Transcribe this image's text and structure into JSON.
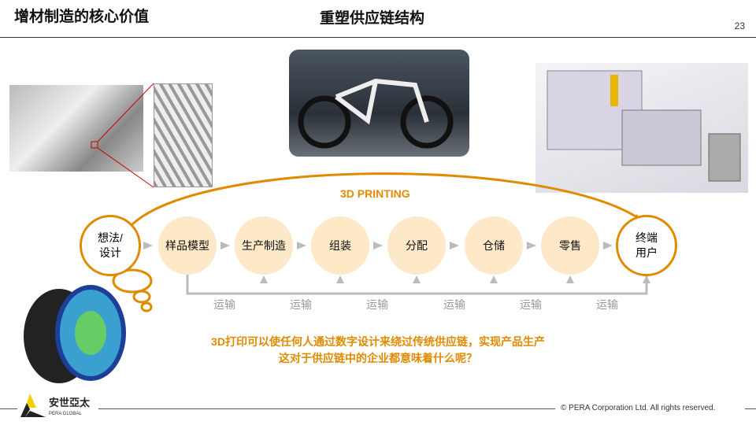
{
  "header": {
    "title": "增材制造的核心价值",
    "subtitle": "重塑供应链结构",
    "page_number": "23"
  },
  "diagram": {
    "arc_label": "3D PRINTING",
    "start": [
      "想法/",
      "设计"
    ],
    "steps": [
      "样品模型",
      "生产制造",
      "组装",
      "分配",
      "仓储",
      "零售"
    ],
    "end": [
      "终端",
      "用户"
    ],
    "transport": [
      "运输",
      "运输",
      "运输",
      "运输",
      "运输",
      "运输"
    ],
    "accent": "#e08a00",
    "step_fill": "#fde8c7"
  },
  "message": {
    "line1": "3D打印可以使任何人通过数字设计来绕过传统供应链，实现产品生产",
    "line2": "这对于供应链中的企业都意味着什么呢？"
  },
  "footer": {
    "logo_text": "安世亞太",
    "logo_sub": "PERA GLOBAL",
    "copyright": "©  PERA Corporation Ltd. All rights reserved."
  }
}
